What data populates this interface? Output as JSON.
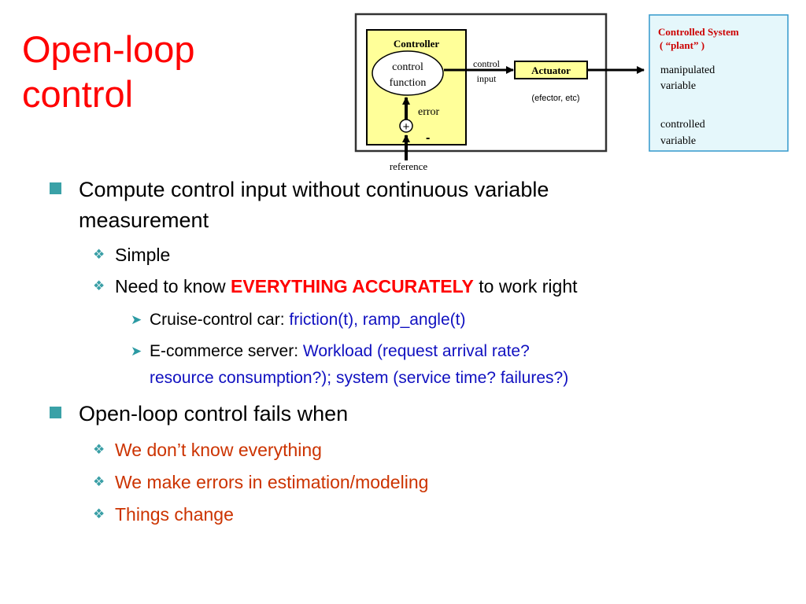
{
  "slide": {
    "title_line1": "Open-loop",
    "title_line2": "control"
  },
  "diagram": {
    "controller_label": "Controller",
    "control_function_line1": "control",
    "control_function_line2": "function",
    "error_label": "error",
    "plus_sign": "+",
    "minus_sign": "-",
    "reference_label": "reference",
    "control_input_line1": "control",
    "control_input_line2": "input",
    "actuator_label": "Actuator",
    "efector_label": "(efector, etc)",
    "plant_title_line1": "Controlled System",
    "plant_title_line2": "( “plant” )",
    "manipulated_line1": "manipulated",
    "manipulated_line2": "variable",
    "controlled_line1": "controlled",
    "controlled_line2": "variable",
    "colors": {
      "controller_fill": "#ffff99",
      "plant_fill": "#e5f7fb",
      "plant_border": "#3399cc",
      "plant_title": "#cc0000"
    }
  },
  "bullets": {
    "b1": "Compute control input without continuous variable",
    "b1_cont": "measurement",
    "b1_sub1": "Simple",
    "b1_sub2_pre": "Need to know ",
    "b1_sub2_em": "EVERYTHING ACCURATELY",
    "b1_sub2_post": " to work right",
    "b1_sub2_a_pre": "Cruise-control car: ",
    "b1_sub2_a_val": "friction(t), ramp_angle(t)",
    "b1_sub2_b_pre": "E-commerce server: ",
    "b1_sub2_b_val1": "Workload (request arrival rate?",
    "b1_sub2_b_val2": "resource consumption?); system (service time? failures?)",
    "b2": "Open-loop control fails when",
    "b2_sub1": "We don’t know everything",
    "b2_sub2": "We make errors in estimation/modeling",
    "b2_sub3": "Things change"
  },
  "colors": {
    "title": "#ff0000",
    "bullet_square": "#3aa1a7",
    "emphasis": "#ff0000",
    "detail_blue": "#1010c0",
    "failure_orange": "#cc3300"
  }
}
